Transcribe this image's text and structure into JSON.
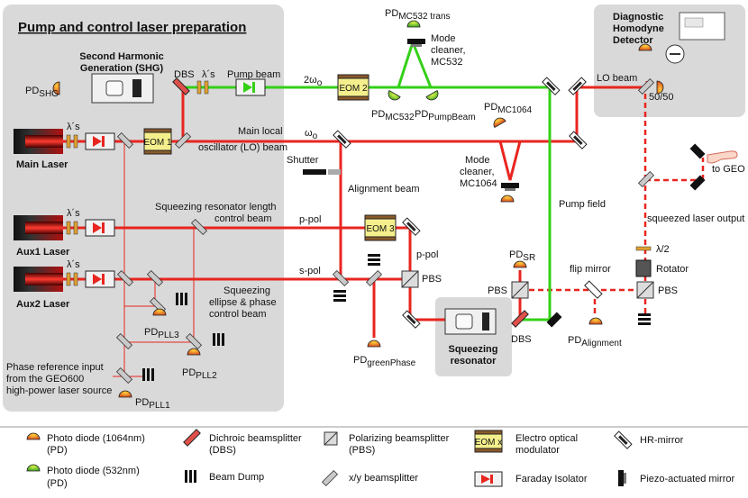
{
  "panel": {
    "title": "Pump and control laser preparation",
    "shg": [
      "Second Harmonic",
      "Generation (SHG)"
    ],
    "pd_shg": "PD",
    "pd_shg_sub": "SHG",
    "dbs": "DBS",
    "lambda_top": "λ´s",
    "pump_beam": "Pump beam",
    "two_omega": "2ω",
    "two_omega_sub": "o",
    "main_laser": "Main Laser",
    "eom1": "EOM 1",
    "lo_beam": [
      "Main local",
      "oscillator (LO) beam"
    ],
    "aux1": "Aux1 Laser",
    "aux2": "Aux2 Laser",
    "sqz_len": [
      "Squeezing resonator length",
      "control beam"
    ],
    "sqz_ell": [
      "Squeezing",
      "ellipse & phase",
      "control beam"
    ],
    "pd_pll3": "PD",
    "pd_pll3_sub": "PLL3",
    "pd_pll2": "PD",
    "pd_pll2_sub": "PLL2",
    "pd_pll1": "PD",
    "pd_pll1_sub": "PLL1",
    "phase_ref": [
      "Phase reference input",
      "from the GEO600",
      "high-power laser source"
    ],
    "lambda_main": "λ´s",
    "lambda_aux1": "λ´s",
    "lambda_aux2": "λ´s"
  },
  "optics": {
    "eom2": "EOM 2",
    "eom3": "EOM 3",
    "pd_mc532": "PD",
    "pd_mc532_sub": "MC532",
    "pd_mc532_trans": "PD",
    "pd_mc532_trans_sub": "MC532 trans",
    "pd_pump": "PD",
    "pd_pump_sub": "PumpBeam",
    "mc532": [
      "Mode",
      "cleaner,",
      "MC532"
    ],
    "pd_mc1064": "PD",
    "pd_mc1064_sub": "MC1064",
    "mc1064": [
      "Mode",
      "cleaner,",
      "MC1064"
    ],
    "omega": "ω",
    "omega_sub": "o",
    "shutter": "Shutter",
    "alignment_beam": "Alignment beam",
    "p_pol": "p-pol",
    "p_pol2": "p-pol",
    "s_pol": "s-pol",
    "pbs1": "PBS",
    "pd_green": "PD",
    "pd_green_sub": "greenPhase",
    "sqz_res": [
      "Squeezing",
      "resonator"
    ],
    "dbs2": "DBS",
    "pump_field": "Pump field",
    "pd_sr": "PD",
    "pd_sr_sub": "SR",
    "pbs2": "PBS",
    "flip_mirror": "flip mirror",
    "pd_align": "PD",
    "pd_align_sub": "Alignment",
    "pbs3": "PBS",
    "rotator": "Rotator",
    "half_wave": "λ/2",
    "sqz_out": "squeezed laser output",
    "to_geo": "to GEO",
    "lo_beam2": "LO beam"
  },
  "detector": {
    "title": [
      "Diagnostic",
      "Homodyne",
      "Detector"
    ],
    "split": "50/50"
  },
  "legend": [
    {
      "icon": "pd-red",
      "text": [
        "Photo diode (1064nm)",
        "(PD)"
      ]
    },
    {
      "icon": "pd-green",
      "text": [
        "Photo diode (532nm)",
        "(PD)"
      ]
    },
    {
      "icon": "dbs",
      "text": [
        "Dichroic beamsplitter",
        "(DBS)"
      ]
    },
    {
      "icon": "dump",
      "text": [
        "Beam Dump"
      ]
    },
    {
      "icon": "pbs",
      "text": [
        "Polarizing beamsplitter",
        "(PBS)"
      ]
    },
    {
      "icon": "xy",
      "text": [
        "x/y beamsplitter"
      ]
    },
    {
      "icon": "eom",
      "text": [
        "Electro optical",
        "modulator"
      ],
      "badge": "EOM x"
    },
    {
      "icon": "faraday",
      "text": [
        "Faraday Isolator"
      ]
    },
    {
      "icon": "hr",
      "text": [
        "HR-mirror"
      ]
    },
    {
      "icon": "piezo",
      "text": [
        "Piezo-actuated mirror"
      ]
    }
  ],
  "colors": {
    "ir_beam": "#e8251f",
    "green_beam": "#33d017",
    "panel_bg": "#d9d9d9",
    "eom_fill": "#f4ef8c",
    "pd_red": "#e4572e",
    "pd_green": "#3ec22b"
  }
}
